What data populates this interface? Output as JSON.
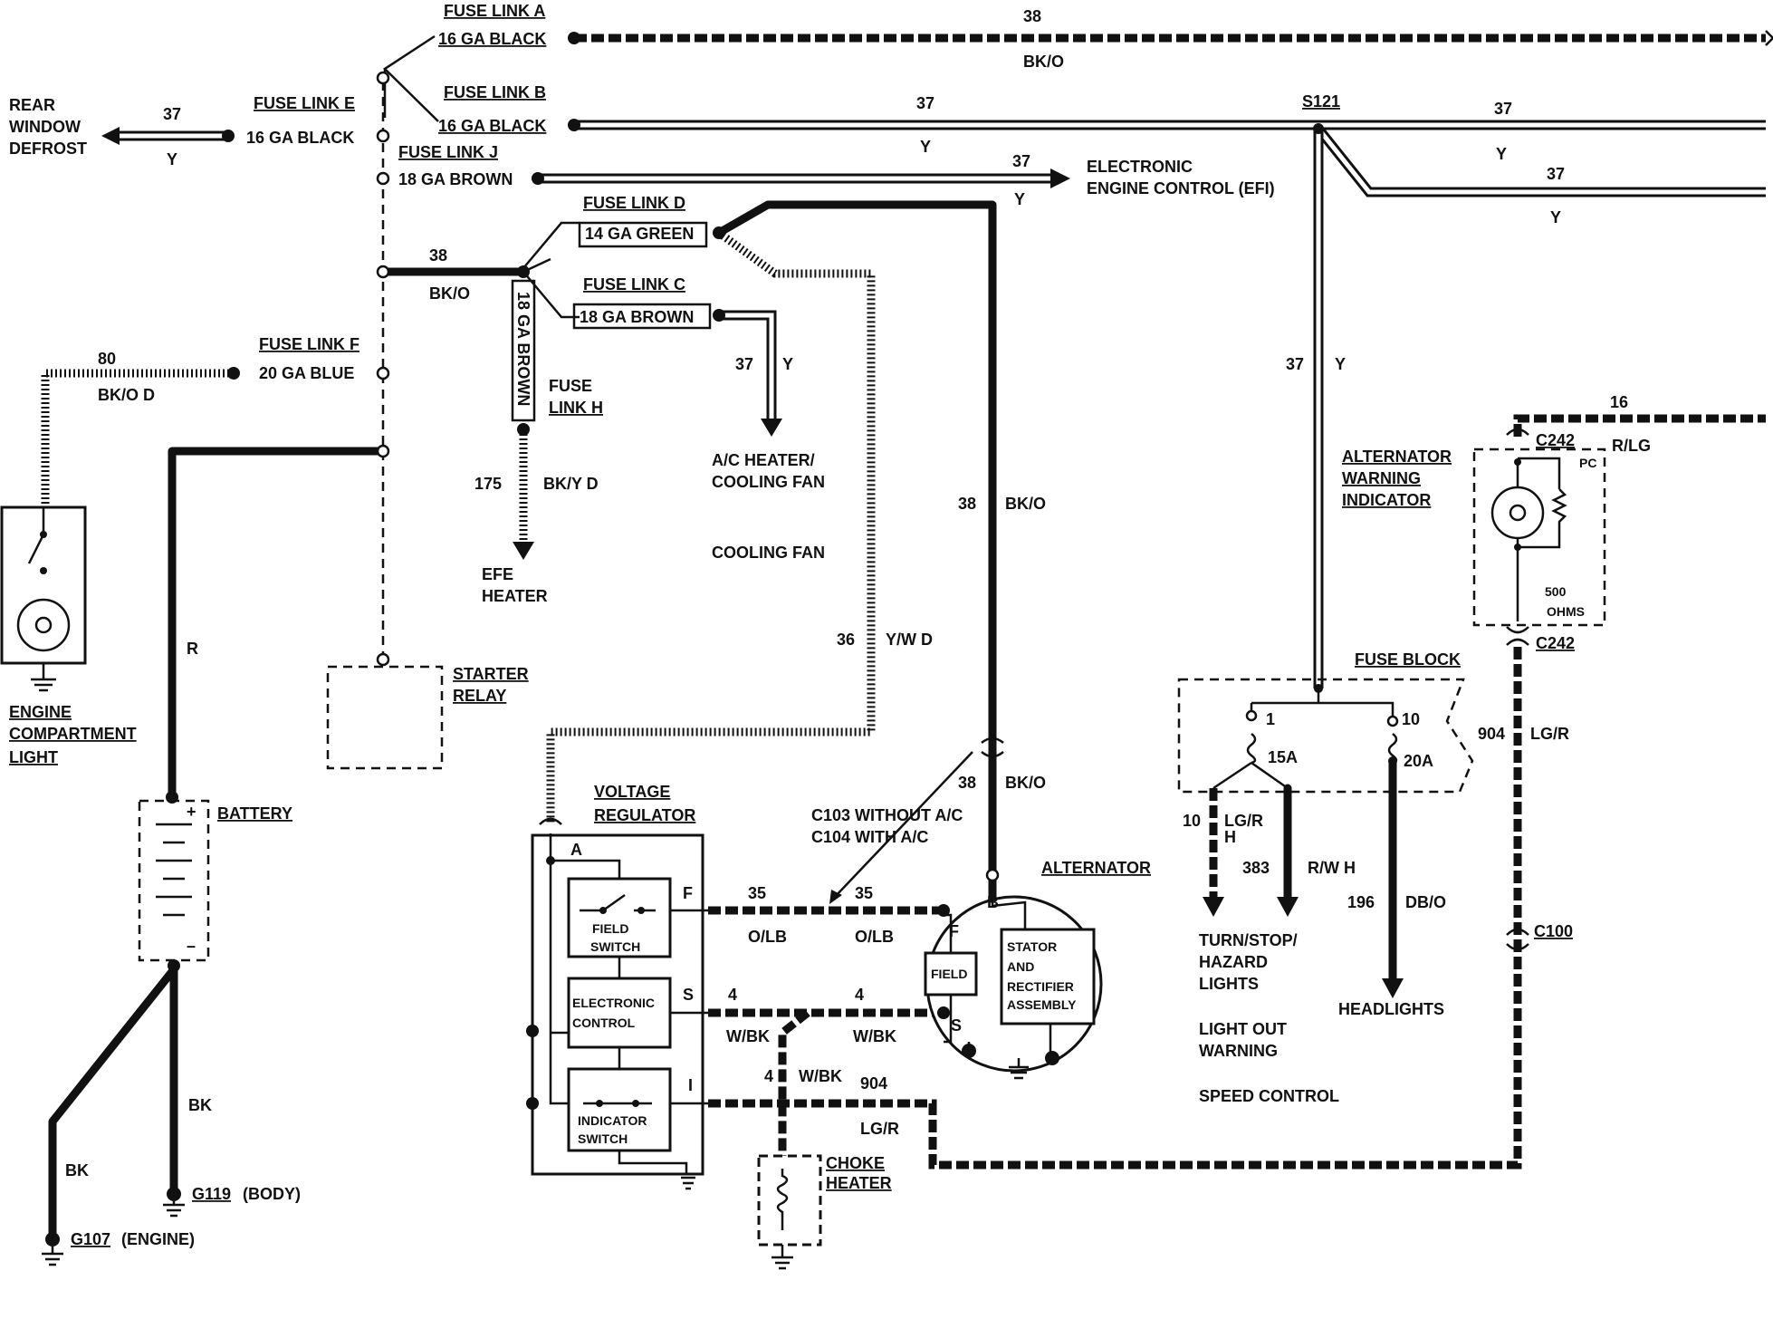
{
  "labels": {
    "fuse_link_a": "FUSE LINK A",
    "ga16_black_a": "16 GA BLACK",
    "w38_top": "38",
    "bko_top": "BK/O",
    "fuse_link_b": "FUSE LINK B",
    "ga16_black_b": "16 GA BLACK",
    "w37_b": "37",
    "y_b": "Y",
    "s121": "S121",
    "w37_r1": "37",
    "y_r1": "Y",
    "w37_r2": "37",
    "y_r2": "Y",
    "rear_window_1": "REAR",
    "rear_window_2": "WINDOW",
    "rear_window_3": "DEFROST",
    "w37_rear": "37",
    "y_rear": "Y",
    "fuse_link_e": "FUSE LINK E",
    "ga16_black_e": "16 GA BLACK",
    "fuse_link_j": "FUSE LINK J",
    "ga18_brown_j": "18 GA BROWN",
    "w37_efi": "37",
    "y_efi": "Y",
    "efi_1": "ELECTRONIC",
    "efi_2": "ENGINE CONTROL (EFI)",
    "fuse_link_d": "FUSE LINK D",
    "ga14_green": "14 GA GREEN",
    "w38_mid": "38",
    "bko_mid": "BK/O",
    "fuse_link_c": "FUSE LINK C",
    "ga18_brown_c": "18 GA BROWN",
    "ga18_brown_h": "18 GA BROWN",
    "w37_ac": "37",
    "y_ac": "Y",
    "fuse_h_1": "FUSE",
    "fuse_h_2": "LINK H",
    "w80": "80",
    "bko_d": "BK/O D",
    "fuse_link_f": "FUSE LINK F",
    "ga20_blue": "20 GA BLUE",
    "ac_1": "A/C HEATER/",
    "ac_2": "COOLING FAN",
    "cooling_fan": "COOLING FAN",
    "w175": "175",
    "bky_d": "BK/Y D",
    "efe_1": "EFE",
    "efe_2": "HEATER",
    "w38_alt": "38",
    "bko_alt": "BK/O",
    "w37_v": "37",
    "y_v": "Y",
    "w16": "16",
    "c242_top": "C242",
    "rlg": "R/LG",
    "pc": "PC",
    "alt_warn_1": "ALTERNATOR",
    "alt_warn_2": "WARNING",
    "alt_warn_3": "INDICATOR",
    "ohms_1": "500",
    "ohms_2": "OHMS",
    "c242_bot": "C242",
    "r_wire": "R",
    "eng_light_1": "ENGINE",
    "eng_light_2": "COMPARTMENT",
    "eng_light_3": "LIGHT",
    "starter_1": "STARTER",
    "starter_2": "RELAY",
    "w36": "36",
    "ywd": "Y/W D",
    "fuse_block": "FUSE BLOCK",
    "fb_1": "1",
    "fb_10": "10",
    "fb_15a": "15A",
    "fb_20a": "20A",
    "w904_r": "904",
    "lgr_r": "LG/R",
    "vr_1": "VOLTAGE",
    "vr_2": "REGULATOR",
    "w38_b2": "38",
    "bko_b2": "BK/O",
    "c103": "C103 WITHOUT A/C",
    "c104": "C104 WITH A/C",
    "battery": "BATTERY",
    "alternator": "ALTERNATOR",
    "w10": "10",
    "lgr_h": "LG/R",
    "h_1": "H",
    "w383": "383",
    "rwh": "R/W H",
    "w196": "196",
    "dbo": "DB/O",
    "pin_a": "A",
    "pin_f": "F",
    "pin_s": "S",
    "pin_i": "I",
    "field_switch_1": "FIELD",
    "field_switch_2": "SWITCH",
    "ec_1": "ELECTRONIC",
    "ec_2": "CONTROL",
    "is_1": "INDICATOR",
    "is_2": "SWITCH",
    "w35_l": "35",
    "w35_r": "35",
    "olb_l": "O/LB",
    "olb_r": "O/LB",
    "alt_b": "B",
    "alt_f": "F",
    "alt_s": "S",
    "field": "FIELD",
    "stator_1": "STATOR",
    "stator_2": "AND",
    "stator_3": "RECTIFIER",
    "stator_4": "ASSEMBLY",
    "turn_1": "TURN/STOP/",
    "turn_2": "HAZARD",
    "turn_3": "LIGHTS",
    "headlights": "HEADLIGHTS",
    "c100": "C100",
    "w4_l": "4",
    "w4_r": "4",
    "wbk_l": "W/BK",
    "wbk_r": "W/BK",
    "light_out_1": "LIGHT OUT",
    "light_out_2": "WARNING",
    "w4_c": "4",
    "wbk_c": "W/BK",
    "w904_b": "904",
    "lgr_b": "LG/R",
    "speed_control": "SPEED CONTROL",
    "bk_1": "BK",
    "bk_2": "BK",
    "choke_1": "CHOKE",
    "choke_2": "HEATER",
    "g119": "G119",
    "body": "(BODY)",
    "g107": "G107",
    "engine": "(ENGINE)",
    "battery_plus": "+",
    "battery_minus": "–"
  }
}
